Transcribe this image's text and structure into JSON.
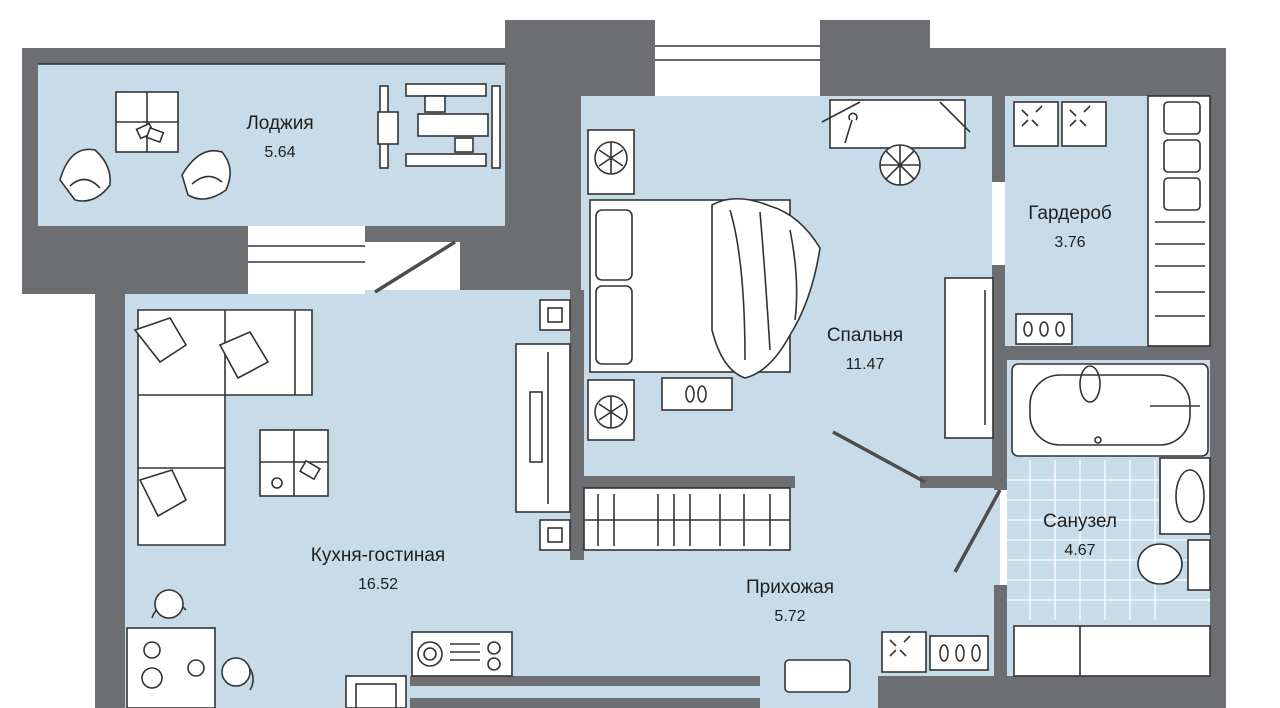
{
  "rooms": {
    "loggia": {
      "name": "Лоджия",
      "area": "5.64"
    },
    "wardrobe": {
      "name": "Гардероб",
      "area": "3.76"
    },
    "bedroom": {
      "name": "Спальня",
      "area": "11.47"
    },
    "bathroom": {
      "name": "Санузел",
      "area": "4.67"
    },
    "living": {
      "name": "Кухня-гостиная",
      "area": "16.52"
    },
    "hallway": {
      "name": "Прихожая",
      "area": "5.72"
    }
  },
  "colors": {
    "wall": "#6d6e71",
    "floor": "#c7dce8",
    "furniture_fill": "#ffffff",
    "furniture_stroke": "#333333"
  }
}
